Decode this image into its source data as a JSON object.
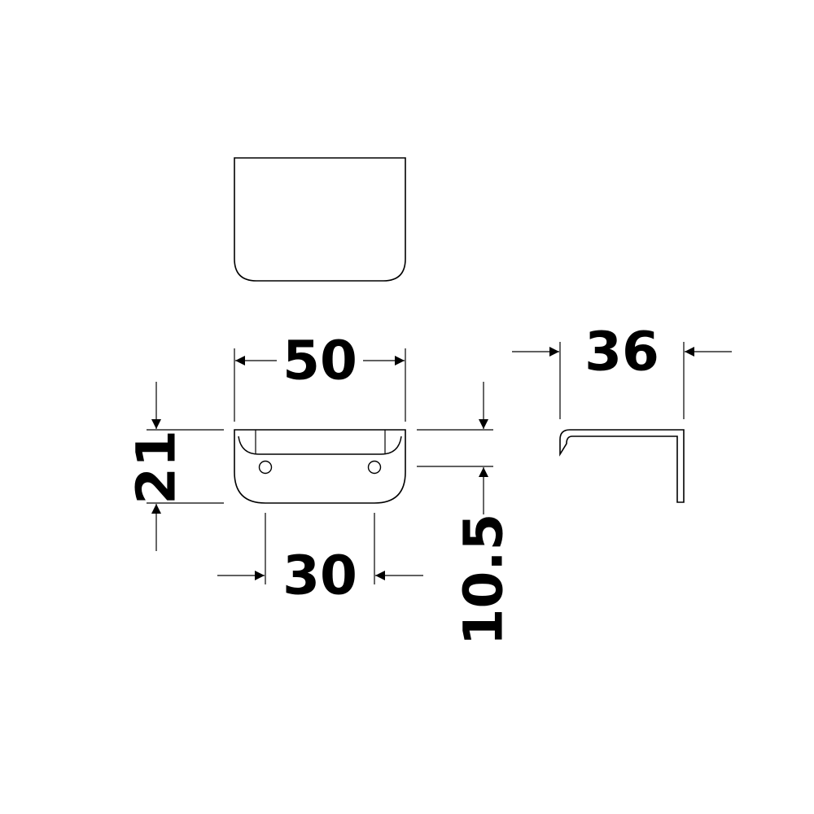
{
  "dimensions": {
    "width_overall": "50",
    "depth_overall": "36",
    "height_overall": "21",
    "hole_centres": "30",
    "lip_height": "10.5"
  },
  "colors": {
    "line": "#000000",
    "background": "#ffffff"
  }
}
